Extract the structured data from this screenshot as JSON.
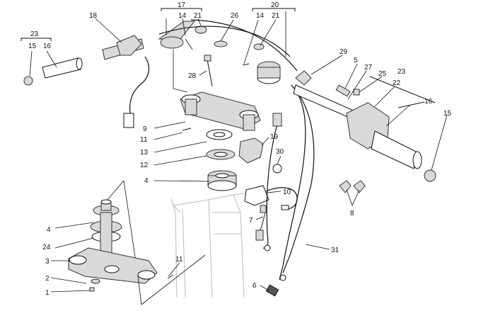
{
  "callouts": {
    "p1": "1",
    "p2": "2",
    "p3": "3",
    "p4a": "4",
    "p4b": "4",
    "p5": "5",
    "p6": "6",
    "p7": "7",
    "p8": "8",
    "p9": "9",
    "p10": "10",
    "p11a": "11",
    "p11b": "11",
    "p12": "12",
    "p13": "13",
    "p14a": "14",
    "p14b": "14",
    "p15a": "15",
    "p15b": "15",
    "p16a": "16",
    "p16b": "16",
    "p17": "17",
    "p18": "18",
    "p19": "19",
    "p20": "20",
    "p21a": "21",
    "p21b": "21",
    "p22": "22",
    "p23a": "23",
    "p23b": "23",
    "p24": "24",
    "p25": "25",
    "p26": "26",
    "p27": "27",
    "p28": "28",
    "p29": "29",
    "p30": "30",
    "p31": "31"
  }
}
